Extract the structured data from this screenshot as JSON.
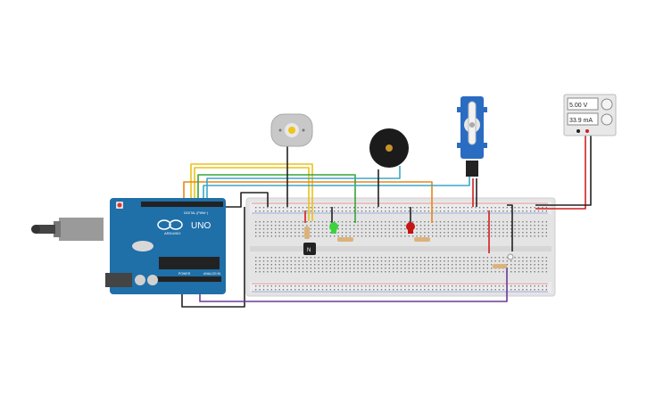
{
  "arduino": {
    "brand": "ARDUINO",
    "model": "UNO",
    "header_digital": "DIGITAL (PWM~)",
    "header_power": "POWER",
    "header_analog": "ANALOG IN"
  },
  "power_supply": {
    "voltage": "5.00 V",
    "current": "33.9 mA"
  },
  "transistor": {
    "label": "N"
  },
  "colors": {
    "board_blue": "#1f6fa8",
    "breadboard": "#e4e4e4",
    "wire_yellow": "#e8c21a",
    "wire_orange": "#e8851a",
    "wire_green": "#3aa33a",
    "wire_teal": "#3aa8c8",
    "wire_red": "#d01f1f",
    "wire_black": "#222222",
    "wire_purple": "#6a3a9a",
    "led_green": "#3fd23f",
    "led_red": "#c41414"
  },
  "icons": [
    "usb-connector-icon",
    "dc-motor-icon",
    "piezo-buzzer-icon",
    "servo-motor-icon",
    "power-supply-icon"
  ]
}
